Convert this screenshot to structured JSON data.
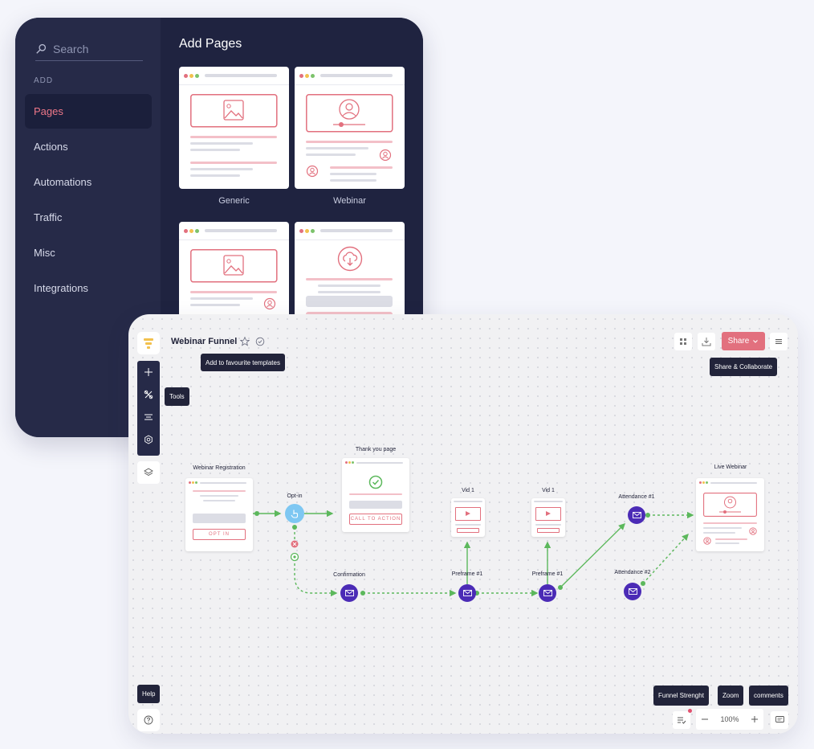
{
  "library": {
    "search_placeholder": "Search",
    "section_label": "ADD",
    "nav": [
      "Pages",
      "Actions",
      "Automations",
      "Traffic",
      "Misc",
      "Integrations"
    ],
    "active_nav": "Pages",
    "heading": "Add Pages",
    "templates": [
      "Generic",
      "Webinar"
    ]
  },
  "canvas": {
    "funnel_title": "Webinar Funnel",
    "tooltips": {
      "favourite": "Add to favourite templates",
      "tools": "Tools",
      "share_collaborate": "Share & Collaborate",
      "help": "Help",
      "funnel_strength": "Funnel Strenght",
      "zoom": "Zoom",
      "comments": "comments"
    },
    "share_label": "Share",
    "zoom_level": "100%",
    "nodes": {
      "registration": "Webinar Registration",
      "opt_in_button": "OPT IN",
      "opt_in": "Opt-in",
      "thank_you": "Thank you page",
      "cta_button": "CALL TO ACTION",
      "confirmation": "Confirmation",
      "vid1_a": "Vid 1",
      "vid1_b": "Vid 1",
      "preframe_a": "Preframe #1",
      "preframe_b": "Preframe #1",
      "attendance1": "Attendance #1",
      "attendance2": "Attendance #2",
      "live_webinar": "Live Webinar"
    }
  },
  "colors": {
    "accent": "#e2707e",
    "dark": "#262a48",
    "node_purple": "#4b2bb6",
    "flow_green": "#5cb85c"
  }
}
